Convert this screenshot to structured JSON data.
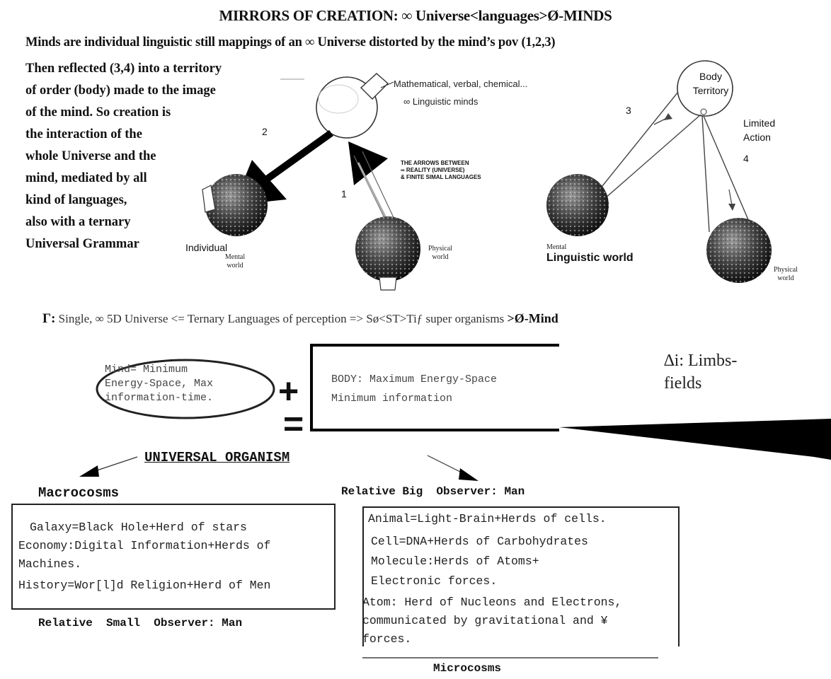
{
  "title": "MIRRORS OF CREATION: ∞ Universe<languages>Ø-MINDS",
  "subtitle": "Minds are individual linguistic still mappings of an ∞ Universe distorted by the mind’s pov (1,2,3)",
  "intro_lines": [
    "Then reflected (3,4) into a territory",
    "of order (body) made to the image",
    "of the mind. So creation is",
    "the interaction of the",
    "whole Universe and the",
    "mind, mediated by all",
    "kind of languages,",
    "also with a ternary",
    "Universal Grammar"
  ],
  "left_diagram": {
    "minds_label_1": "Mathematical, verbal, chemical...",
    "minds_label_2": "∞ Linguistic minds",
    "arrow_note": [
      "THE ARROWS BETWEEN",
      "∞ REALITY (UNIVERSE)",
      "& FINITE SIMAL LANGUAGES"
    ],
    "num_1": "1",
    "num_2": "2",
    "individual": "Individual",
    "mental_world_1": "Mental",
    "mental_world_2": "world",
    "physical_world_1": "Physical",
    "physical_world_2": "world"
  },
  "right_diagram": {
    "body_1": "Body",
    "body_2": "Territory",
    "num_3": "3",
    "num_4": "4",
    "limited_1": "Limited",
    "limited_2": "Action",
    "mental": "Mental",
    "linguistic_world": "Linguistic world",
    "physical_1": "Physical",
    "physical_2": "world"
  },
  "gamma_line": {
    "symbol": "Γ:",
    "text": " Single, ∞ 5D Universe <= Ternary Languages of perception => Sø<ST>Tiƒ super organisms ",
    "bold_tail": ">Ø-Mind"
  },
  "equation": {
    "mind_lines": [
      "Mind= Minimum",
      "Energy-Space, Max",
      "information-time."
    ],
    "plus": "+",
    "equals": "=",
    "body_lines": [
      "BODY: Maximum Energy-Space",
      "Minimum information"
    ],
    "delta_lines": [
      "∆i: Limbs-",
      "fields"
    ]
  },
  "organism": "UNIVERSAL ORGANISM",
  "macro": {
    "title": "Macrocosms",
    "lines": [
      "Galaxy=Black Hole+Herd of stars",
      "Economy:Digital Information+Herds of",
      "Machines.",
      "History=Wor[l]d Religion+Herd of Men"
    ],
    "caption": "Relative  Small  Observer: Man"
  },
  "micro": {
    "header": "Relative Big  Observer: Man",
    "lines": [
      "Animal=Light-Brain+Herds of cells.",
      "Cell=DNA+Herds of Carbohydrates",
      "Molecule:Herds of Atoms+",
      "Electronic forces.",
      "Atom: Herd of Nucleons and Electrons,",
      "communicated by gravitational and ¥",
      "forces."
    ],
    "title": "Microcosms"
  }
}
